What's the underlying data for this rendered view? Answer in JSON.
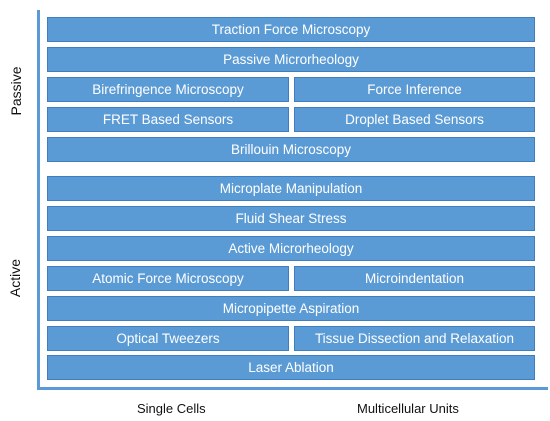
{
  "y_labels": {
    "passive": "Passive",
    "active": "Active"
  },
  "x_labels": {
    "single": "Single Cells",
    "multi": "Multicellular Units"
  },
  "passive_methods": {
    "tfm": "Traction Force Microscopy",
    "pmr": "Passive Microrheology",
    "biref": "Birefringence Microscopy",
    "force_inf": "Force Inference",
    "fret": "FRET Based Sensors",
    "droplet": "Droplet Based Sensors",
    "brillouin": "Brillouin Microscopy"
  },
  "active_methods": {
    "microplate": "Microplate Manipulation",
    "shear": "Fluid Shear Stress",
    "amr": "Active Microrheology",
    "afm": "Atomic Force Microscopy",
    "microindent": "Microindentation",
    "pipette": "Micropipette Aspiration",
    "tweezers": "Optical Tweezers",
    "dissection": "Tissue Dissection and Relaxation",
    "ablation": "Laser Ablation"
  },
  "colors": {
    "box_fill": "#5b9bd5",
    "box_border": "#3f7fbf",
    "axis": "#5b9bd5",
    "text": "#ffffff"
  }
}
